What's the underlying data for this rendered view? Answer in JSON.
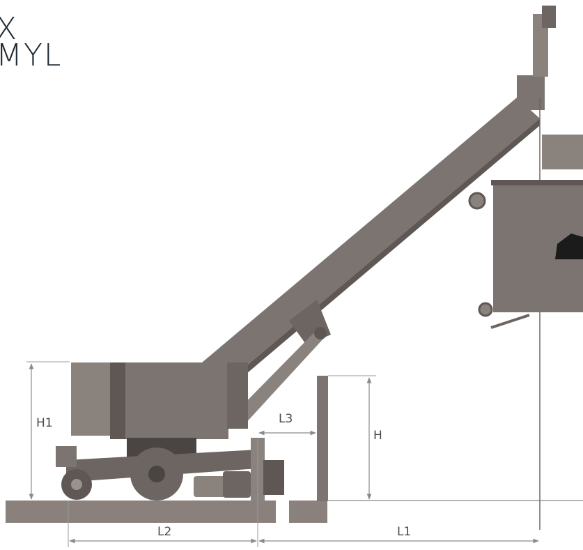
{
  "logo": {
    "line1": "X",
    "line2": "MYL"
  },
  "dimensions": {
    "h1": "H1",
    "l3": "L3",
    "h": "H",
    "l2": "L2",
    "l1": "L1"
  },
  "colors": {
    "steel": "#7b7470",
    "steel_dark": "#5e5753",
    "steel_light": "#9a928d",
    "ground": "#8a817c",
    "dim_line": "#8a8a8a"
  }
}
